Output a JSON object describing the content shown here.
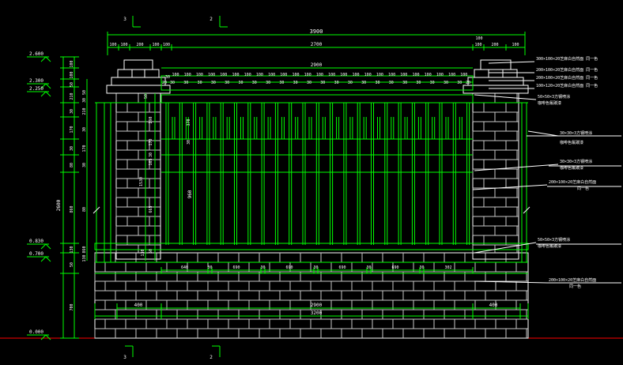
{
  "colors": {
    "background": "#000000",
    "dimension": "#00ff00",
    "geometry": "#ffffff",
    "annotation": "#ffffff",
    "ground": "#ff0000",
    "hatch": "#c8c8c8",
    "cyan": "#00e5ff"
  },
  "section_marks": {
    "top_left": "3",
    "top_right": "2",
    "bottom_left": "3",
    "bottom_right": "2"
  },
  "top_dimensions": {
    "overall": "3900",
    "left_segments": [
      "100",
      "100",
      "200",
      "100",
      "100"
    ],
    "middle": "2700",
    "right_segments": [
      "100",
      "200",
      "100"
    ],
    "right_top": "100",
    "inner_span": "2900",
    "rail_spacing_label": "100",
    "rail_spacing_count": 25,
    "baluster_spacing_label": "30",
    "baluster_spacing_count": 22,
    "end_label_left": "20",
    "end_label_right": "20",
    "left_inner_30": "30"
  },
  "elevation_marks": [
    {
      "label": "2.600"
    },
    {
      "label": "2.300"
    },
    {
      "label": "2.250"
    },
    {
      "label": "0.830"
    },
    {
      "label": "0.700"
    },
    {
      "label": "0.000"
    }
  ],
  "left_dimensions": {
    "outer_total": "2600",
    "segments": [
      "100",
      "100",
      "50",
      "210",
      "30",
      "170",
      "30",
      "80",
      "860",
      "130",
      "50",
      "700"
    ],
    "second_chain": [
      "50",
      "30",
      "210",
      "30",
      "170",
      "30",
      "80",
      "860",
      "130",
      "50"
    ]
  },
  "inner_dimensions": {
    "height_960": "960",
    "mid_1530": "1530",
    "seg_665": "665",
    "seg_30": "30",
    "seg_165": "165",
    "seg_170": "170",
    "seg_290": "290",
    "seg_50": "50",
    "seg_130": "130",
    "v_370": "370",
    "v_30": "30"
  },
  "bottom_dimensions": {
    "chain": [
      "640",
      "30",
      "690",
      "30",
      "690",
      "30",
      "690",
      "30",
      "690",
      "30",
      "302"
    ],
    "total_2900": "2900",
    "total_3200": "3200",
    "pier_left": "400",
    "pier_right": "400"
  },
  "annotations": [
    {
      "text": "300×100×20芝麻白自然面 同一色"
    },
    {
      "text": "200×100×20芝麻白自然面 同一色"
    },
    {
      "text": "200×100×20芝麻白自然面 同一色"
    },
    {
      "text": "100×120×20芝麻白自然面 同一色"
    },
    {
      "text": "50×50×3方钢喷涂"
    },
    {
      "text": "咖啡色氟碳漆"
    },
    {
      "text": "30×30×3方钢喷涂"
    },
    {
      "text": "咖啡色氟碳漆"
    },
    {
      "text": "30×30×3方钢喷涂"
    },
    {
      "text": "咖啡色氟碳漆"
    },
    {
      "text": "200×100×20芝麻白自然面"
    },
    {
      "text": "同一色"
    },
    {
      "text": "50×50×3方钢喷涂"
    },
    {
      "text": "咖啡色氟碳漆"
    },
    {
      "text": "200×100×20芝麻白自然面"
    },
    {
      "text": "同一色"
    }
  ]
}
